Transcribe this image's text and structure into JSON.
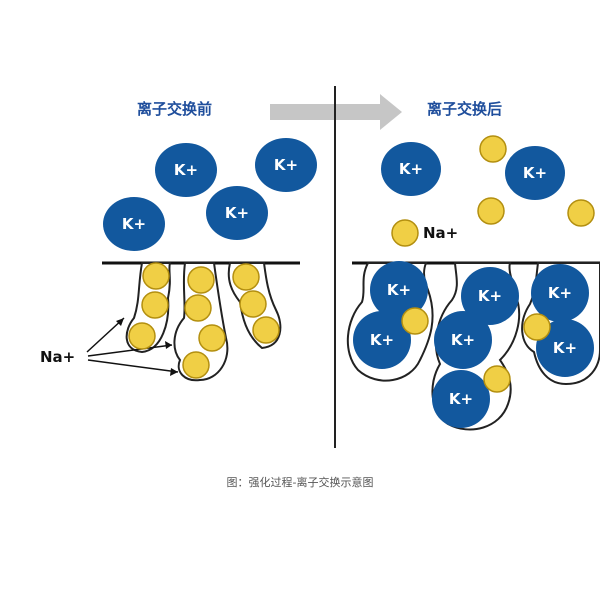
{
  "panels": {
    "before_title": "离子交换前",
    "after_title": "离子交换后"
  },
  "labels": {
    "ion_k": "K+",
    "ion_na": "Na+"
  },
  "caption": "图：强化过程-离子交换示意图",
  "colors": {
    "potassium_fill": "#12589e",
    "sodium_fill": "#f0cf45",
    "sodium_stroke": "#b38f10",
    "heading_text": "#1f4e9c",
    "arrow": "#c6c6c6",
    "divider": "#222222"
  }
}
